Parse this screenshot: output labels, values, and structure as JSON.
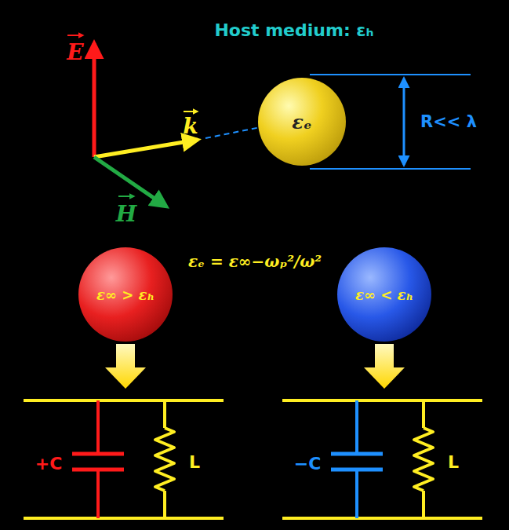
{
  "diagram": {
    "nodes": [
      {
        "text": [
          "εₑ"
        ]
      },
      {
        "text": [
          "ε∞ > εₕ"
        ]
      },
      {
        "text": [
          "ε∞ < εₕ"
        ]
      }
    ],
    "labels": [
      "E",
      "k",
      "H",
      "Host medium: εₕ",
      "R<< λ",
      "εₑ = ε∞−ωₚ²/ω²",
      "+C",
      "L",
      "−C",
      "L"
    ]
  }
}
